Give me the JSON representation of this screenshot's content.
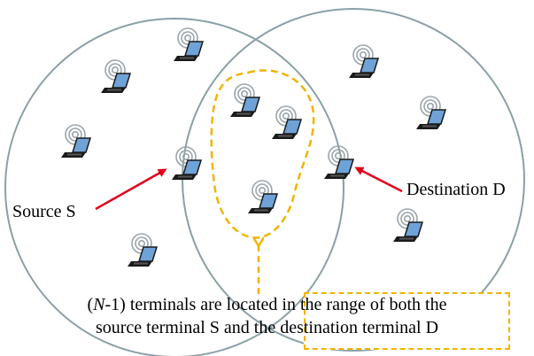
{
  "labels": {
    "source": "Source S",
    "destination": "Destination D"
  },
  "note": {
    "variable": "N",
    "line1_rest": "-1) terminals are located in the range of both the",
    "line2": "source terminal S and the destination terminal D"
  },
  "colors": {
    "circle": "#8aa0a6",
    "arrow": "#e3001b",
    "dashed": "#f0b400",
    "laptop_screen": "#6fa3d8",
    "laptop_body": "#1a1a1a"
  },
  "icons": {
    "terminal": "laptop-with-wireless-signal-icon",
    "arrow": "red-arrow-icon",
    "dashed_arrow": "yellow-dashed-arrow-icon"
  }
}
